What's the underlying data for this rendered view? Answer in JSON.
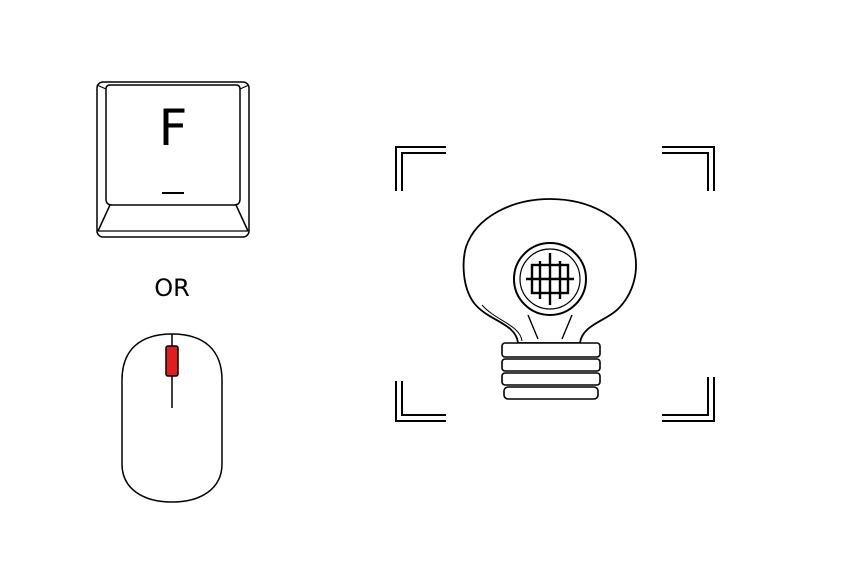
{
  "keyboard_key": {
    "letter": "F",
    "icon": "keyboard-key-icon"
  },
  "separator": {
    "text": "OR"
  },
  "mouse": {
    "icon": "mouse-icon",
    "highlight_button": "scroll-wheel",
    "highlight_color": "#e01e1e"
  },
  "target": {
    "icon": "lightbulb-gear-icon",
    "frame": "focus-brackets"
  }
}
